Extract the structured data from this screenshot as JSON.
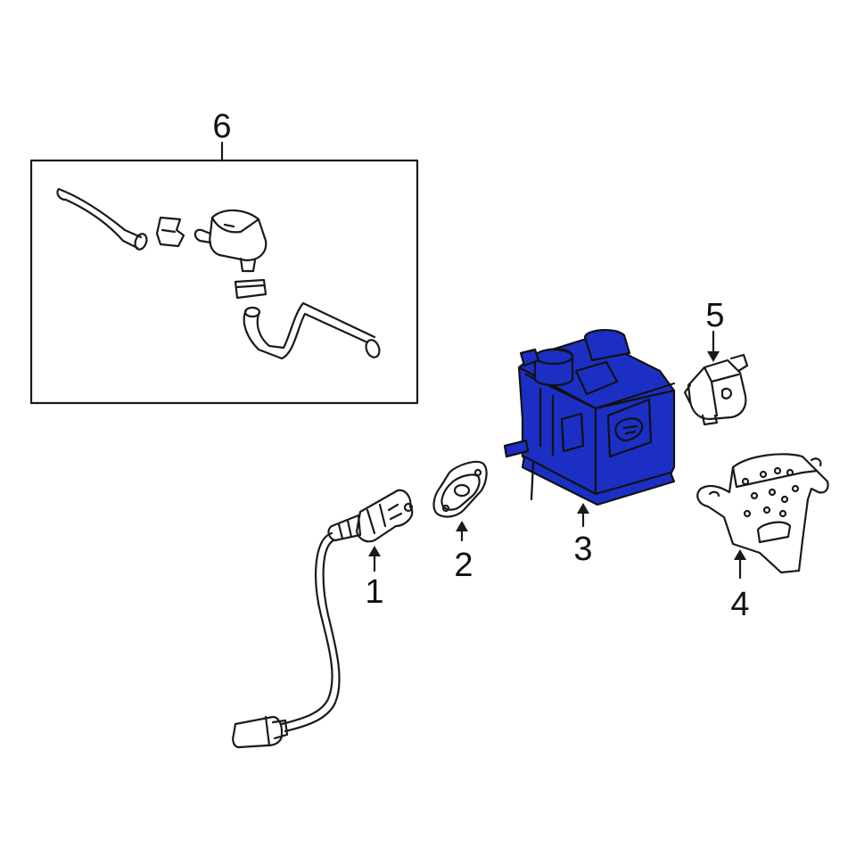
{
  "colors": {
    "line": "#1a1a1a",
    "highlight": "#1c2fc4",
    "highlight_shade": "#13208f",
    "background": "#ffffff"
  },
  "callouts": {
    "c1": "1",
    "c2": "2",
    "c3": "3",
    "c4": "4",
    "c5": "5",
    "c6": "6"
  },
  "parts": [
    {
      "callout": "1",
      "name": "oxygen-sensor"
    },
    {
      "callout": "2",
      "name": "gasket"
    },
    {
      "callout": "3",
      "name": "vapor-canister",
      "highlighted": true
    },
    {
      "callout": "4",
      "name": "bracket"
    },
    {
      "callout": "5",
      "name": "vacuum-switching-valve"
    },
    {
      "callout": "6",
      "name": "hose-and-valve-assembly"
    }
  ]
}
